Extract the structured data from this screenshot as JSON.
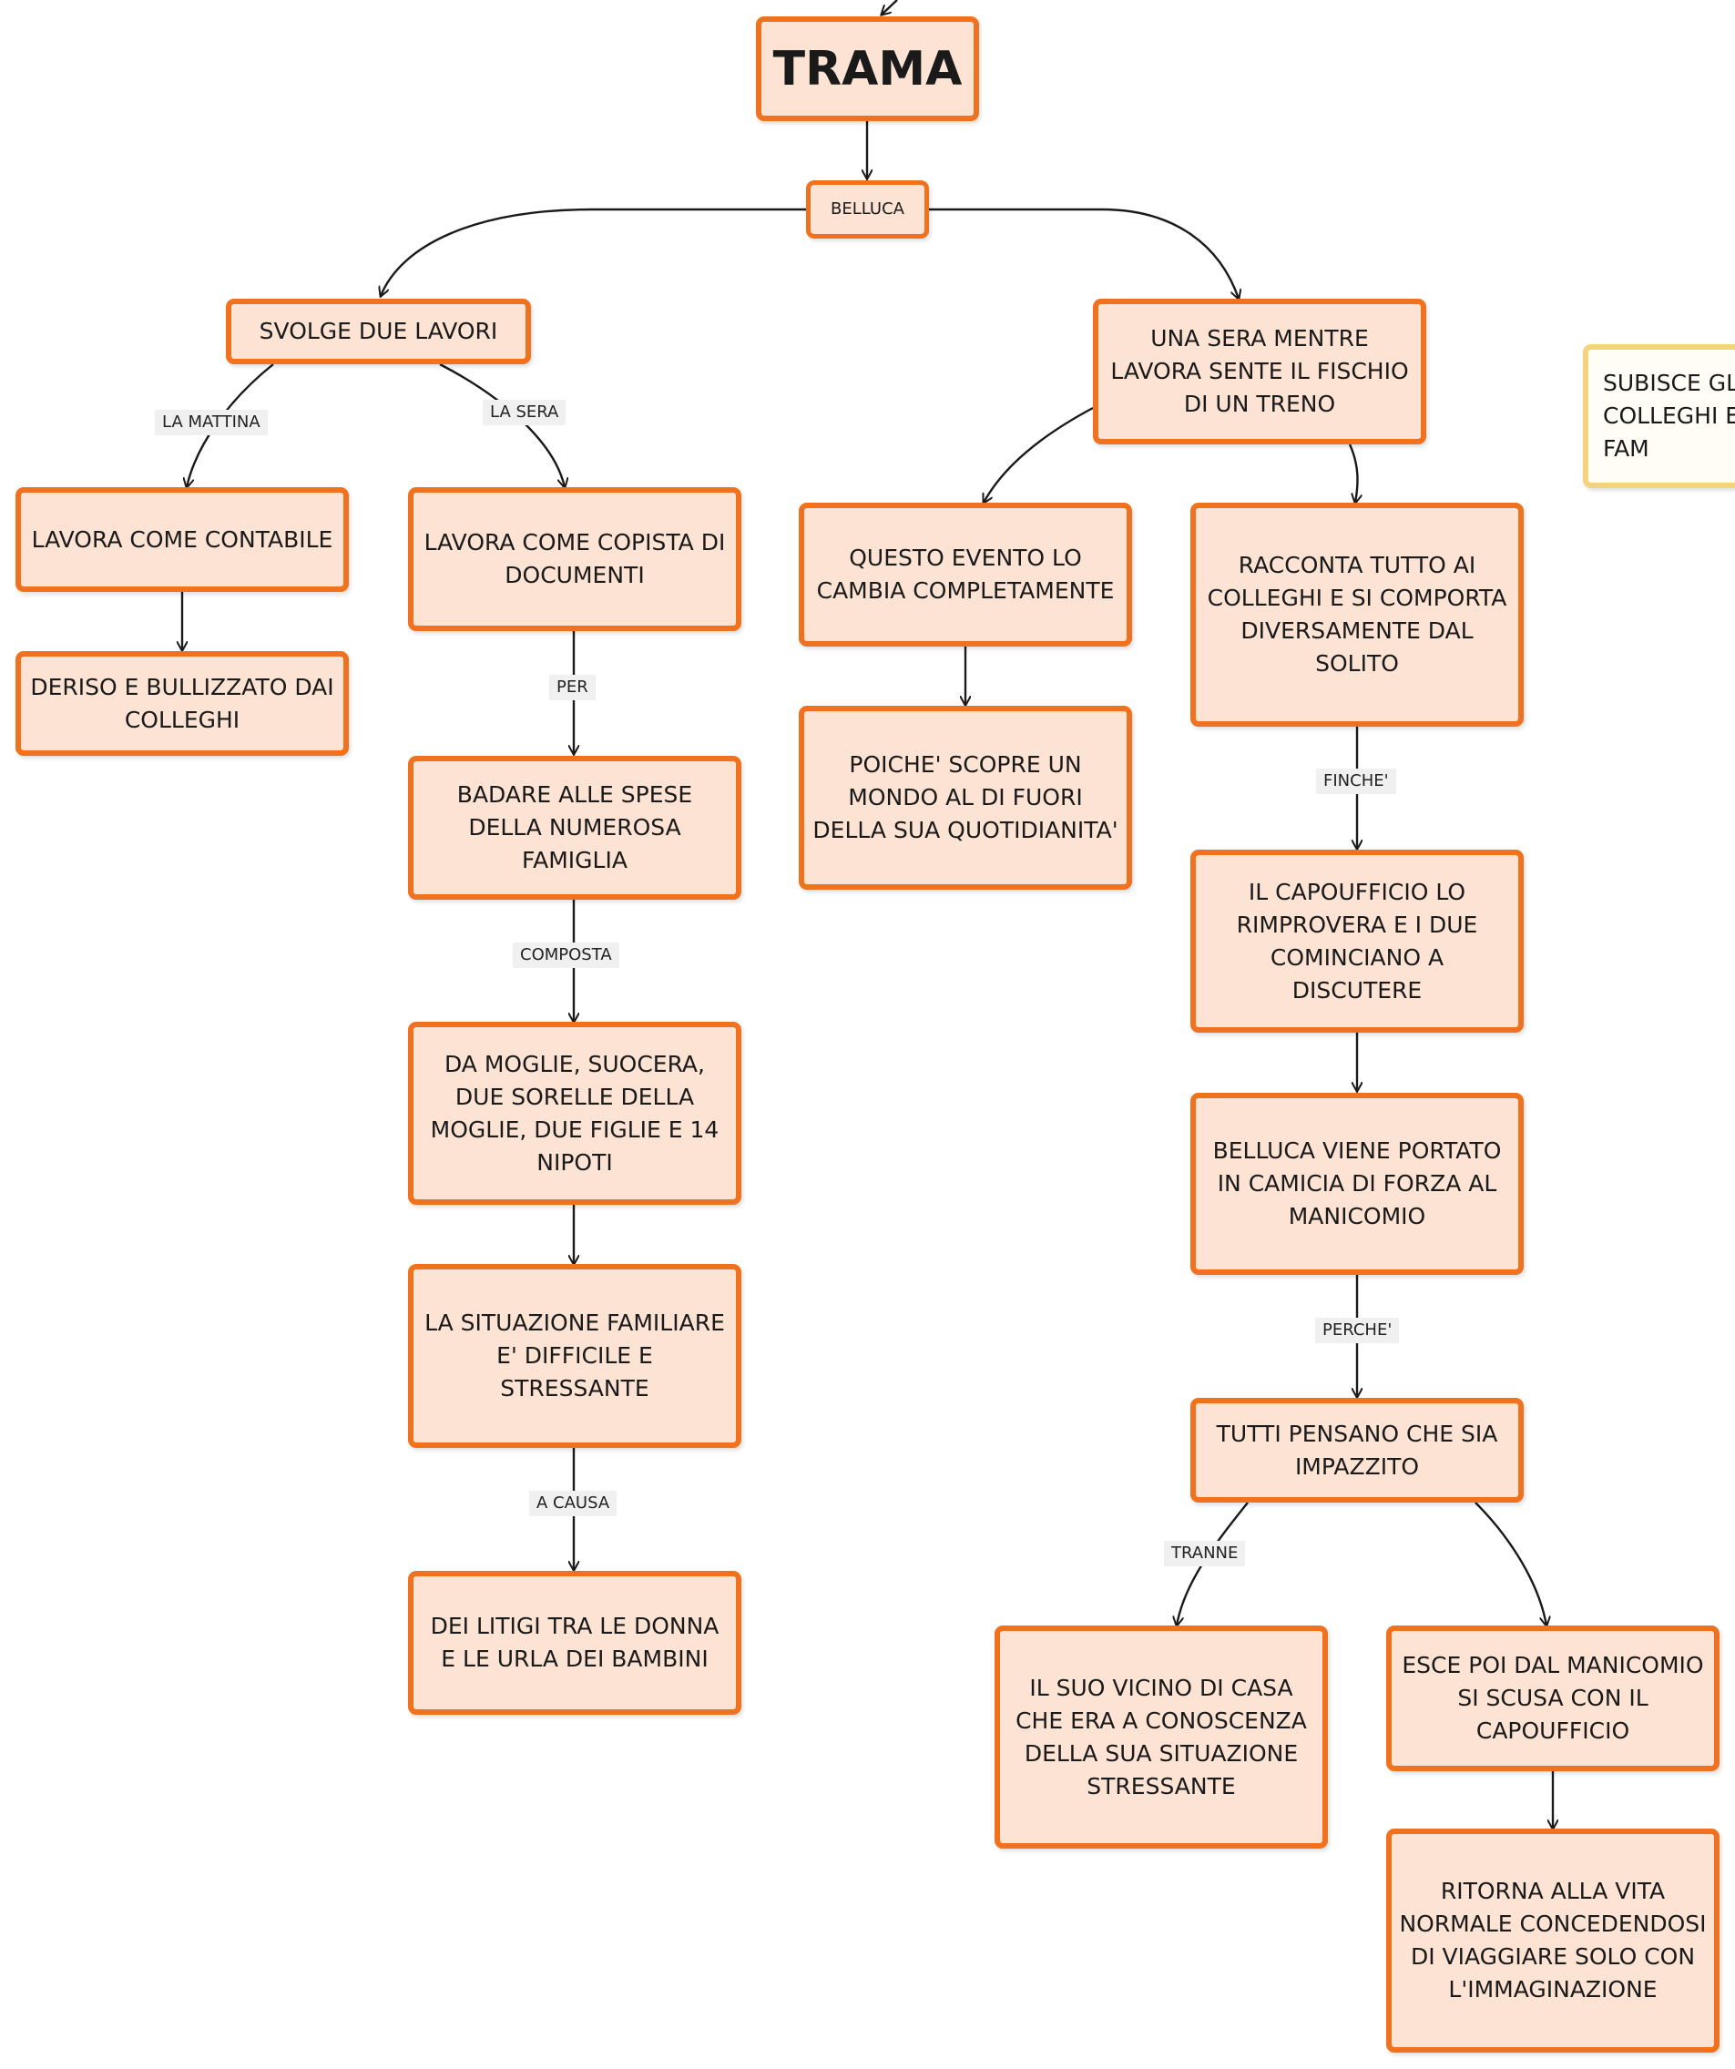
{
  "colors": {
    "node_fill": "#fde3d3",
    "node_border": "#f0711e",
    "edge": "#1a1a1a",
    "side_border": "#f3d47c"
  },
  "nodes": {
    "trama": "TRAMA",
    "belluca": "BELLUCA",
    "svolge": "SVOLGE DUE LAVORI",
    "una_sera": "UNA SERA MENTRE LAVORA SENTE IL FISCHIO DI UN TRENO",
    "subisce": "SUBISCE GLI COLLEGHI E FAM",
    "contabile": "LAVORA COME CONTABILE",
    "copista": "LAVORA COME COPISTA DI DOCUMENTI",
    "questo_evento": "QUESTO EVENTO LO CAMBIA COMPLETAMENTE",
    "racconta": "RACCONTA TUTTO AI COLLEGHI E SI COMPORTA DIVERSAMENTE DAL SOLITO",
    "deriso": "DERISO E BULLIZZATO DAI COLLEGHI",
    "poiche": "POICHE' SCOPRE UN MONDO AL DI FUORI DELLA SUA QUOTIDIANITA'",
    "badare": "BADARE ALLE SPESE DELLA NUMEROSA FAMIGLIA",
    "capoufficio": "IL CAPOUFFICIO LO RIMPROVERA E I DUE COMINCIANO A DISCUTERE",
    "moglie": "DA MOGLIE, SUOCERA, DUE SORELLE DELLA MOGLIE, DUE FIGLIE E 14 NIPOTI",
    "portato": "BELLUCA VIENE PORTATO IN CAMICIA DI FORZA AL MANICOMIO",
    "situazione": "LA SITUAZIONE FAMILIARE E' DIFFICILE E STRESSANTE",
    "tutti": "TUTTI PENSANO CHE SIA IMPAZZITO",
    "litigi": "DEI LITIGI TRA LE DONNA E LE URLA DEI BAMBINI",
    "vicino": "IL SUO VICINO DI CASA CHE ERA A CONOSCENZA DELLA SUA SITUAZIONE STRESSANTE",
    "esce": "ESCE POI DAL MANICOMIO SI SCUSA CON IL CAPOUFFICIO",
    "ritorna": "RITORNA ALLA VITA NORMALE CONCEDENDOSI DI VIAGGIARE SOLO CON L'IMMAGINAZIONE"
  },
  "labels": {
    "la_mattina": "LA MATTINA",
    "la_sera": "LA SERA",
    "per": "PER",
    "finche": "FINCHE'",
    "composta": "COMPOSTA",
    "perche": "PERCHE'",
    "a_causa": "A CAUSA",
    "tranne": "TRANNE"
  }
}
